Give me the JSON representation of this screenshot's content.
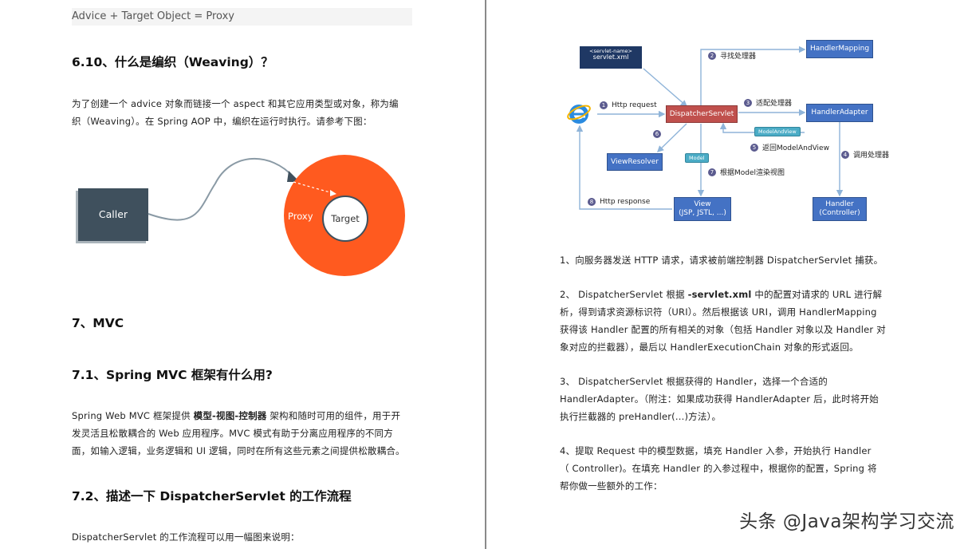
{
  "left_page": {
    "code_line": "Advice + Target Object = Proxy",
    "h_610": "6.10、什么是编织（Weaving）？",
    "p_610_line1": "为了创建一个 advice 对象而链接一个 aspect 和其它应用类型或对象，称为编",
    "p_610_line2": "织（Weaving）。在 Spring AOP 中，编织在运行时执行。请参考下图：",
    "diagram": {
      "caller": "Caller",
      "proxy": "Proxy",
      "target": "Target"
    },
    "h_7": "7、MVC",
    "h_71": "7.1、Spring MVC 框架有什么用?",
    "p_71_line1_a": "Spring Web MVC 框架提供 ",
    "p_71_line1_b": "模型-视图-控制器",
    "p_71_line1_c": " 架构和随时可用的组件，用于开",
    "p_71_line2": "发灵活且松散耦合的 Web 应用程序。MVC 模式有助于分离应用程序的不同方",
    "p_71_line3": "面，如输入逻辑，业务逻辑和 UI 逻辑，同时在所有这些元素之间提供松散耦合。",
    "h_72": "7.2、描述一下 DispatcherServlet 的工作流程",
    "p_72": "DispatcherServlet 的工作流程可以用一幅图来说明："
  },
  "right_page": {
    "flow": {
      "servlet_name": "<servlet-name>",
      "servlet_xml": "servlet.xml",
      "dispatcher": "DispatcherServlet",
      "handler_mapping": "HandlerMapping",
      "handler_adapter": "HandlerAdapter",
      "view_resolver": "ViewResolver",
      "view_line1": "View",
      "view_line2": "(JSP, JSTL, ...)",
      "handler_line1": "Handler",
      "handler_line2": "(Controller)",
      "model_and_view_tag": "ModelAndView",
      "model_tag": "Model",
      "steps": [
        {
          "n": "1",
          "text": "Http request"
        },
        {
          "n": "2",
          "text": "寻找处理器"
        },
        {
          "n": "3",
          "text": "适配处理器"
        },
        {
          "n": "4",
          "text": "调用处理器"
        },
        {
          "n": "5",
          "text": "返回ModelAndView"
        },
        {
          "n": "6",
          "text": ""
        },
        {
          "n": "7",
          "text": "根据Model渲染视图"
        },
        {
          "n": "8",
          "text": "Http response"
        }
      ]
    },
    "p1": "1、向服务器发送 HTTP 请求，请求被前端控制器 DispatcherServlet 捕获。",
    "p2_line1_a": "2、 DispatcherServlet 根据 ",
    "p2_line1_b": "-servlet.xml",
    "p2_line1_c": " 中的配置对请求的 URL 进行解",
    "p2_line2": "析，得到请求资源标识符（URI）。然后根据该 URI，调用 HandlerMapping",
    "p2_line3": "获得该 Handler 配置的所有相关的对象（包括 Handler 对象以及 Handler 对",
    "p2_line4": "象对应的拦截器），最后以 HandlerExecutionChain 对象的形式返回。",
    "p3_line1": "3、 DispatcherServlet 根据获得的 Handler，选择一个合适的",
    "p3_line2": "HandlerAdapter。（附注：如果成功获得 HandlerAdapter 后，此时将开始",
    "p3_line3": "执行拦截器的 preHandler(...)方法）。",
    "p4_line1": "4、提取 Request 中的模型数据，填充 Handler 入参，开始执行 Handler",
    "p4_line2": "（ Controller)。在填充 Handler 的入参过程中，根据你的配置，Spring 将",
    "p4_line3": "帮你做一些额外的工作：",
    "watermark": "头条 @Java架构学习交流"
  }
}
